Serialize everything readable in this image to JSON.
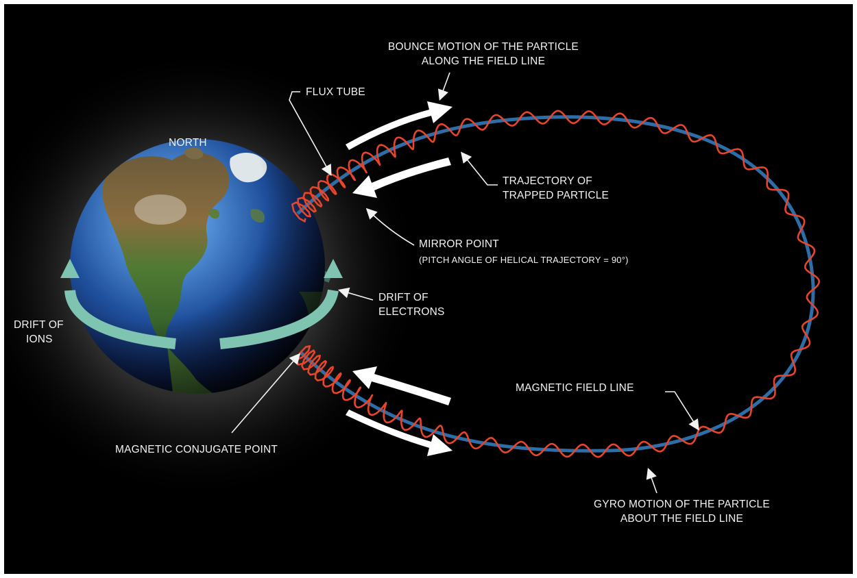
{
  "labels": {
    "bounce": [
      "BOUNCE MOTION OF THE PARTICLE",
      "ALONG THE FIELD LINE"
    ],
    "flux_tube": "FLUX TUBE",
    "north": "NORTH",
    "trajectory": [
      "TRAJECTORY OF",
      "TRAPPED PARTICLE"
    ],
    "mirror_point": "MIRROR POINT",
    "mirror_note": "(PITCH ANGLE OF HELICAL TRAJECTORY = 90°)",
    "drift_electrons": [
      "DRIFT OF",
      "ELECTRONS"
    ],
    "drift_ions": [
      "DRIFT OF",
      "IONS"
    ],
    "field_line": "MAGNETIC FIELD LINE",
    "conjugate_point": "MAGNETIC CONJUGATE POINT",
    "gyro": [
      "GYRO MOTION OF THE PARTICLE",
      "ABOUT THE FIELD LINE"
    ]
  },
  "colors": {
    "background": "#000000",
    "field_line": "#2e6ea8",
    "trajectory": "#e8452a",
    "drift_band": "#7fc4b0",
    "text": "#f2f2f2"
  }
}
